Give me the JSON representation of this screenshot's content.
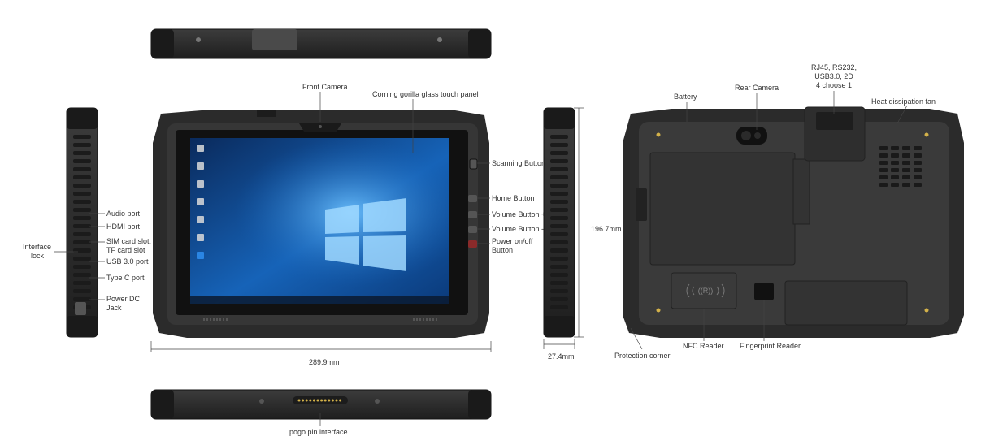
{
  "labels": {
    "front_camera": "Front Camera",
    "glass": "Corning gorilla glass touch panel",
    "scanning_button": "Scanning Button",
    "home_button": "Home Button",
    "volume_up": "Volume Button +",
    "volume_down": "Volume Button -",
    "power_line1": "Power on/off",
    "power_line2": "Button",
    "audio_port": "Audio port",
    "hdmi_port": "HDMI port",
    "sim_line1": "SIM card slot,",
    "sim_line2": "TF card slot",
    "usb_port": "USB  3.0 port",
    "typec_port": "Type C port",
    "dc_line1": "Power DC",
    "dc_line2": "Jack",
    "interface_line1": "Interface",
    "interface_line2": "lock",
    "battery": "Battery",
    "rear_camera": "Rear Camera",
    "rj45_line1": "RJ45, RS232,",
    "rj45_line2": "USB3.0, 2D",
    "rj45_line3": "4 choose 1",
    "fan": "Heat dissipation fan",
    "protection_corner": "Protection corner",
    "nfc_reader": "NFC Reader",
    "fingerprint_reader": "Fingerprint Reader",
    "pogo": "pogo pin interface"
  },
  "dimensions": {
    "width": "289.9mm",
    "height": "196.7mm",
    "depth": "27.4mm"
  },
  "colors": {
    "device_body": "#2b2b2b",
    "screen_blue": "#1a6fc4",
    "background": "#ffffff"
  }
}
